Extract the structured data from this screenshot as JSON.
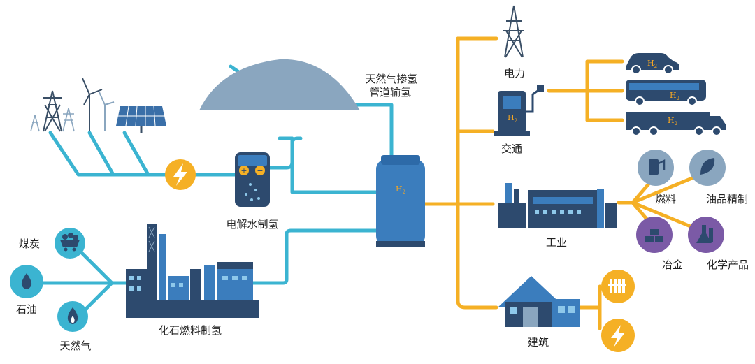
{
  "labels": {
    "gas_blend": "天然气掺氢",
    "pipeline": "管道输氢",
    "electrolysis": "电解水制氢",
    "fossil": "化石燃料制氢",
    "coal": "煤炭",
    "oil": "石油",
    "natgas": "天然气",
    "power": "电力",
    "transport": "交通",
    "industry": "工业",
    "fuel": "燃料",
    "refining": "油品精制",
    "metallurgy": "冶金",
    "chemical": "化学产品",
    "building": "建筑"
  },
  "h2": {
    "symbol": "H",
    "subscript": "2"
  },
  "colors": {
    "teal": "#3bb4d1",
    "orange": "#f5b025",
    "blue": "#3b7dbd",
    "navy": "#2d4a6e",
    "purple": "#7b5aa6",
    "grey_blue": "#8aa6bf"
  },
  "icons": [
    "pylon-icon",
    "wind-turbine-icon",
    "solar-panel-icon",
    "lightning-icon",
    "electrolyzer-icon",
    "coal-cart-icon",
    "oil-drop-icon",
    "gas-flame-icon",
    "factory-icon",
    "storage-tank-icon",
    "car-icon",
    "bus-icon",
    "truck-icon",
    "fuel-station-icon",
    "industry-plant-icon",
    "fuel-pump-icon",
    "leaf-drop-icon",
    "metal-bars-icon",
    "chemical-flask-icon",
    "house-icon",
    "radiator-icon"
  ]
}
